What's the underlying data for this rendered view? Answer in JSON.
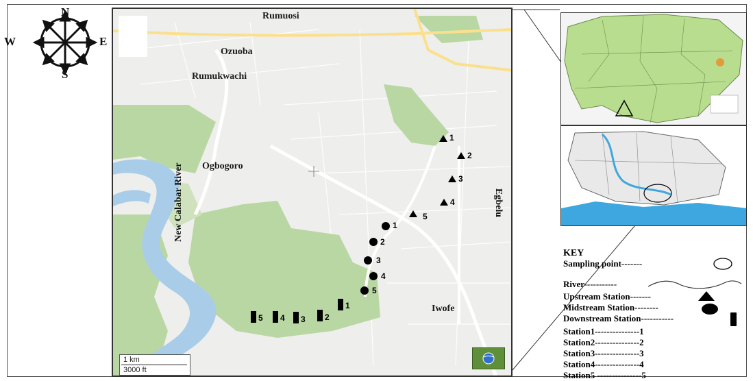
{
  "compass": {
    "n": "N",
    "s": "S",
    "e": "E",
    "w": "W"
  },
  "places": {
    "rumuosi": "Rumuosi",
    "ozuoba": "Ozuoba",
    "rumukwachi": "Rumukwachi",
    "ogbogoro": "Ogbogoro",
    "iwofe": "Iwofe",
    "egbelu": "Egbelu",
    "river": "New Calabar River"
  },
  "upstream": [
    "1",
    "2",
    "3",
    "4",
    "5"
  ],
  "midstream": [
    "1",
    "2",
    "3",
    "4",
    "5"
  ],
  "downstream": [
    "1",
    "2",
    "3",
    "4",
    "5"
  ],
  "scale": {
    "km": "1 km",
    "ft": "3000 ft"
  },
  "key": {
    "title": "KEY",
    "sampling": "Sampling point-------",
    "river": "River-----------",
    "upstream": "Upstream Station-------",
    "midstream": "Midstream Station--------",
    "downstream": "Downstream Station-----------",
    "stations": [
      "Station1---------------1",
      "Station2---------------2",
      "Station3---------------3",
      "Station4---------------4",
      "Station5 ---------------5"
    ]
  },
  "colors": {
    "land": "#eeeeec",
    "vegetation": "#b9d7a3",
    "water": "#a9cde9",
    "road": "#ffffff",
    "highway": "#fbe08c",
    "inset_land": "#b8dd8f",
    "inset_sea": "#3fa7e0"
  }
}
